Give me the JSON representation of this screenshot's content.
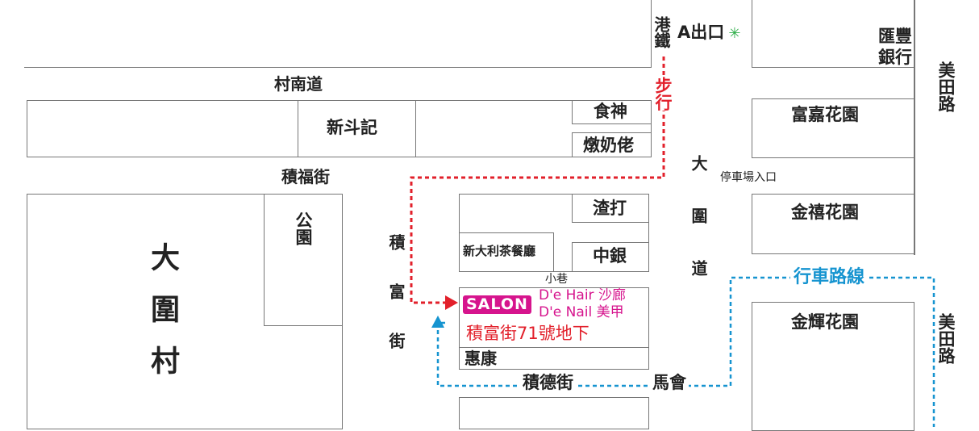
{
  "roads": {
    "chuen_nam": "村南道",
    "chik_fuk": "積福街",
    "chik_fu": "積富街",
    "tai_wai_road": "大圍道",
    "mei_tin_upper": "美田路",
    "mei_tin_lower": "美田路",
    "chik_tak": "積德街",
    "back_lane": "小巷"
  },
  "places": {
    "tai_wai_village": "大圍村",
    "park": "公園",
    "sun_tau_kee": "新斗記",
    "sik_san": "食神",
    "dun_nai_lo": "燉奶佬",
    "scb": "渣打",
    "boc": "中銀",
    "sun_tai_lee": "新大利茶餐廳",
    "wai_hong": "惠康",
    "hsbc": "匯豐銀行",
    "fu_ka": "富嘉花園",
    "kam_hei": "金禧花園",
    "kam_fai": "金輝花園",
    "mtr": "港鐵",
    "exit_a": "A出口",
    "car_park_entrance": "停車場入口",
    "ma_wui": "馬會"
  },
  "salon": {
    "badge": "SALON",
    "line1": "D'e Hair 沙廊",
    "line2": "D'e Nail 美甲",
    "address": "積富街71號地下"
  },
  "routes": {
    "walking_label": "步行",
    "driving_label": "行車路線",
    "walking_color": "#e2202b",
    "driving_color": "#1694d0"
  },
  "colors": {
    "salon": "#d6148d",
    "mtr_exit": "#2fae4a",
    "block_border": "#777777"
  },
  "icons": [
    "mtr-exit-icon"
  ]
}
